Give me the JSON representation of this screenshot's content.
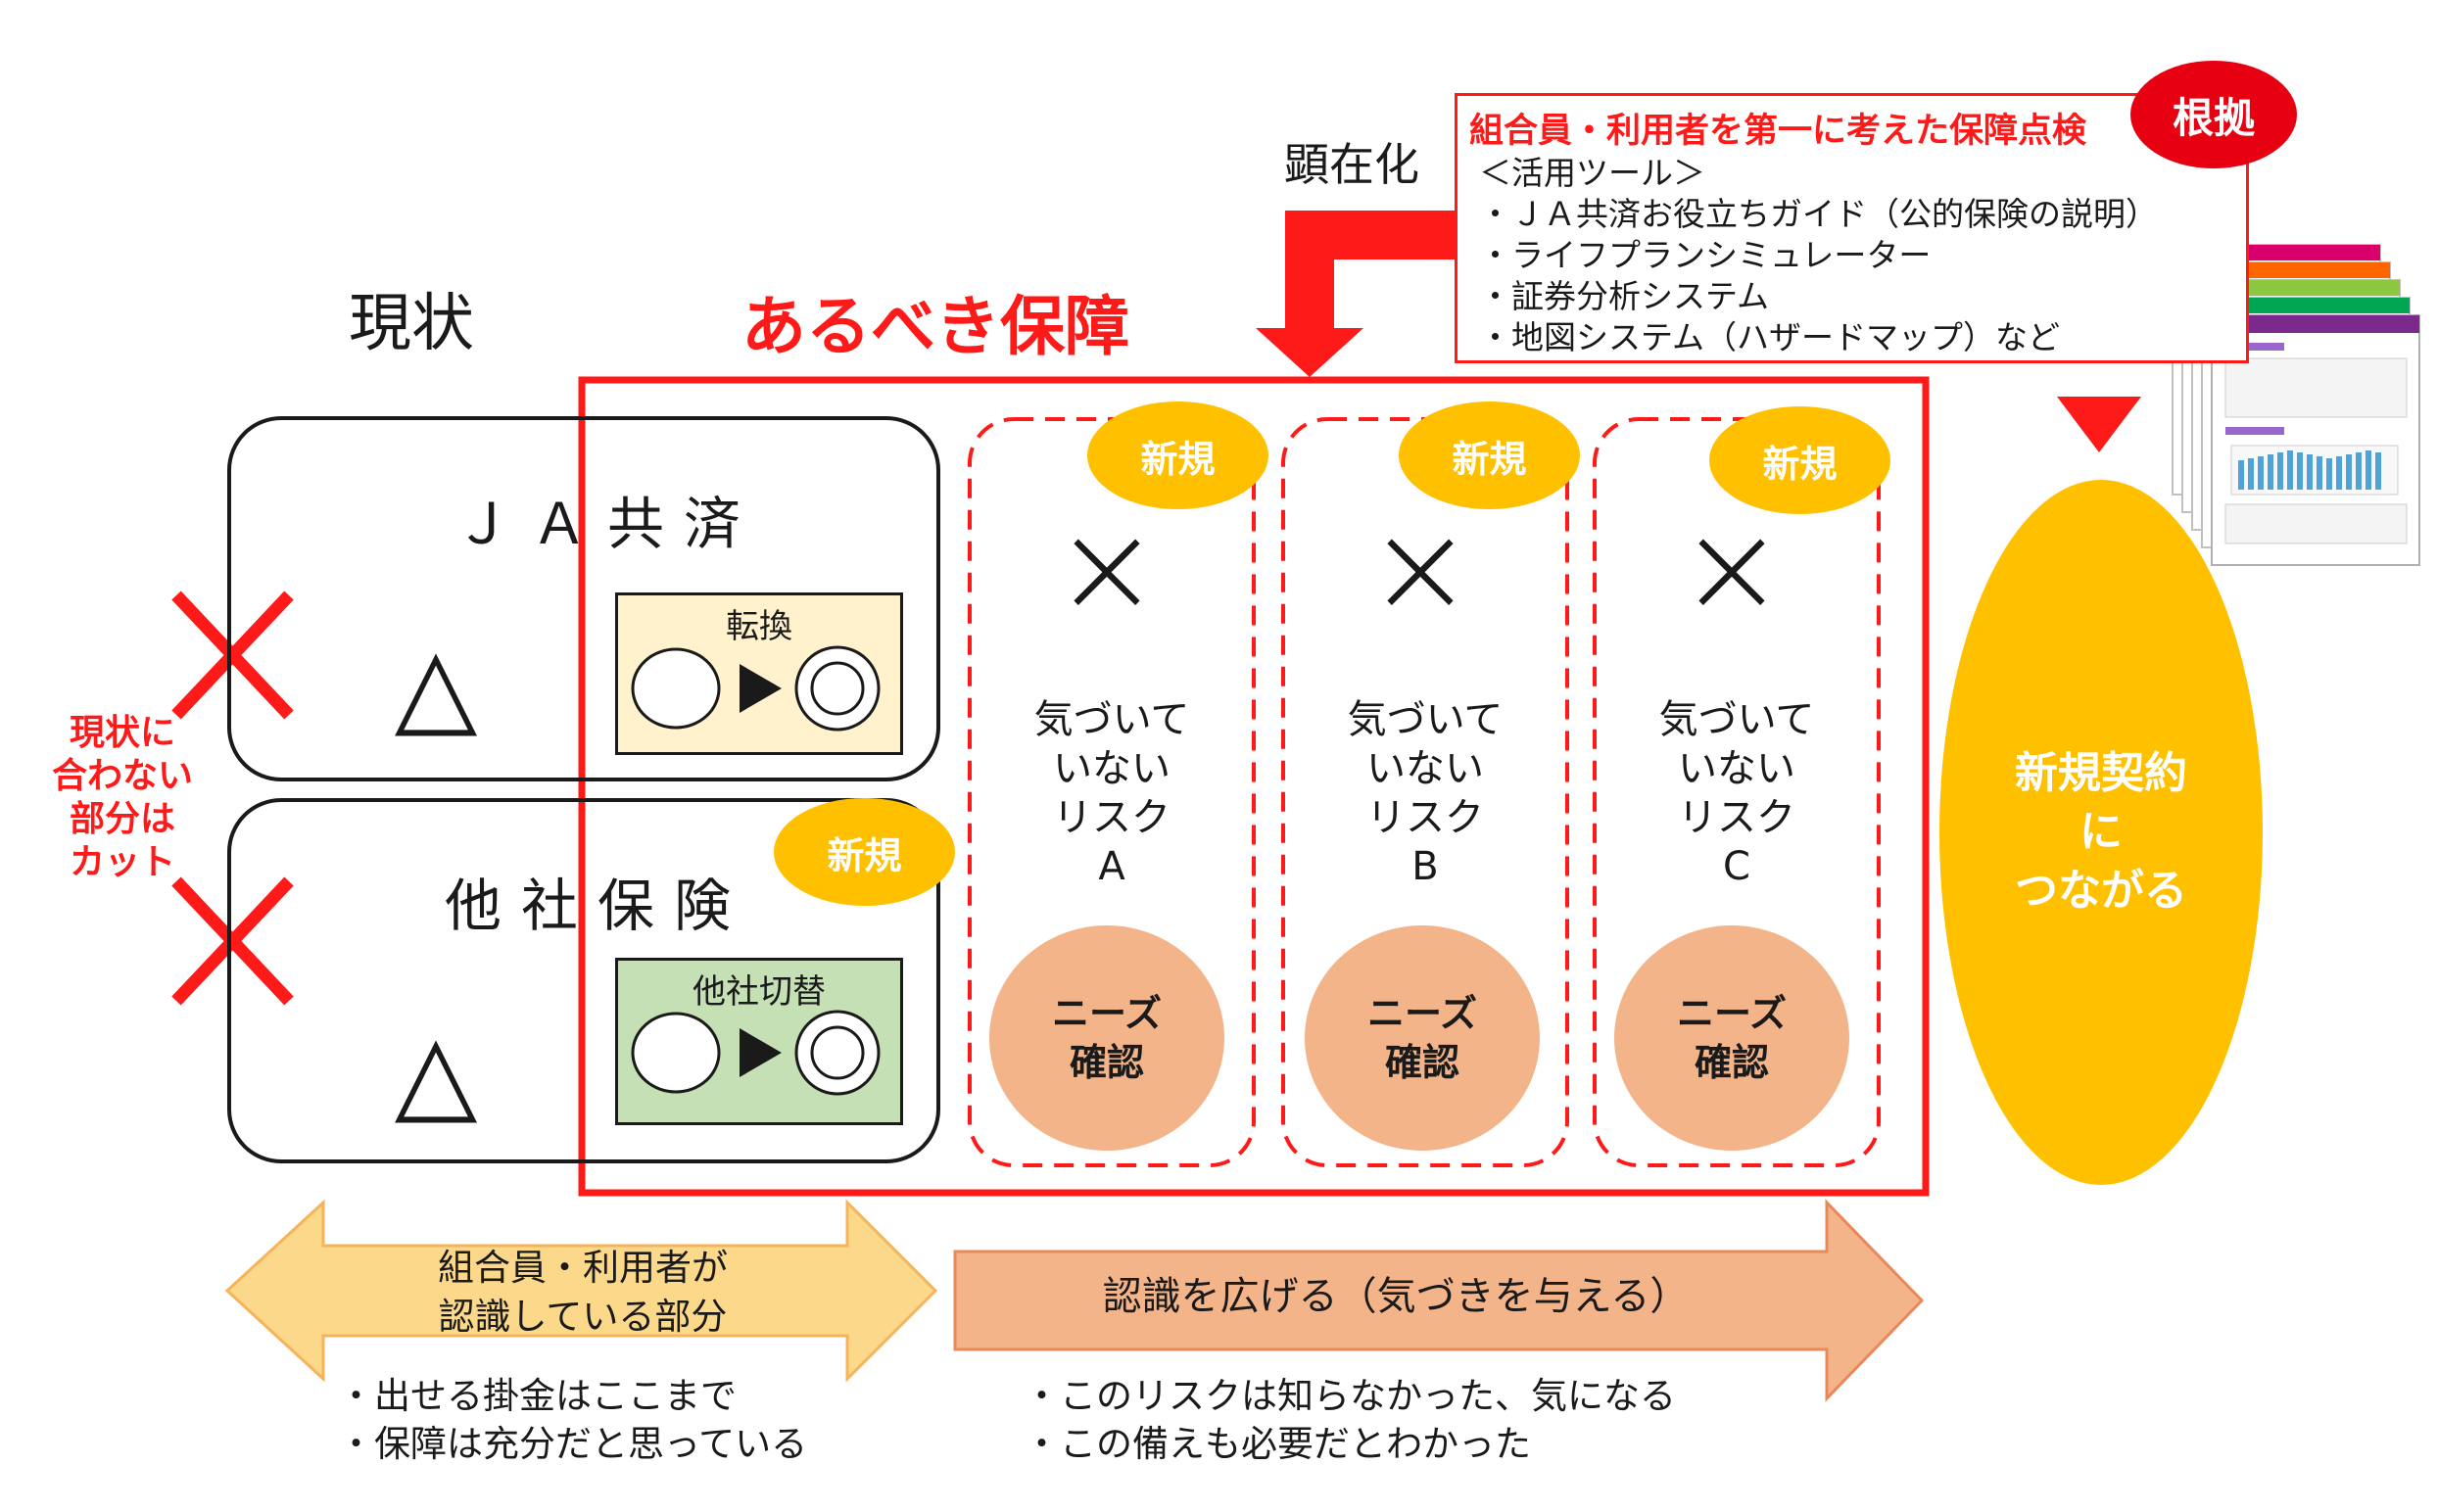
{
  "titles": {
    "current": "現状",
    "ideal": "あるべき保障",
    "kenzaika": "顕在化"
  },
  "current_boxes": {
    "ja": "ＪＡ共済",
    "other": "他社保険",
    "triangle": "△"
  },
  "switch": {
    "tenkan_label": "転換",
    "tasha_label": "他社切替"
  },
  "new_label": "新規",
  "risks": [
    {
      "mark": "×",
      "text": "気づいて\nいない\nリスク\nA",
      "needs": "ニーズ\n確認"
    },
    {
      "mark": "×",
      "text": "気づいて\nいない\nリスク\nB",
      "needs": "ニーズ\n確認"
    },
    {
      "mark": "×",
      "text": "気づいて\nいない\nリスク\nC",
      "needs": "ニーズ\n確認"
    }
  ],
  "cut_text": "現状に\n合わない\n部分は\nカット",
  "tools": {
    "title": "組合員・利用者を第一に考えた保障点検",
    "lines": [
      "＜活用ツール＞",
      "・ＪＡ共済お役立ちガイド（公的保険の説明）",
      "・ライフプランシミュレーター",
      "・証券分析システム",
      "・地図システム（ハザードマップ）など"
    ],
    "konkyo": "根拠"
  },
  "new_contract": "新規契約\nに\nつながる",
  "arrows": {
    "left_text": "組合員・利用者が\n認識している部分",
    "right_text": "認識を広げる（気づきを与える）"
  },
  "notes_left": [
    "・出せる掛金はここまで",
    "・保障は充分だと思っている"
  ],
  "notes_right": [
    "・このリスクは知らなかった、気になる",
    "・この備えも必要だとわかった"
  ],
  "colors": {
    "red": "#ff1a1a",
    "yellow": "#ffc000",
    "peach": "#f4b48a",
    "switch_yellow": "#fff2cc",
    "switch_green": "#c5e0b4"
  }
}
